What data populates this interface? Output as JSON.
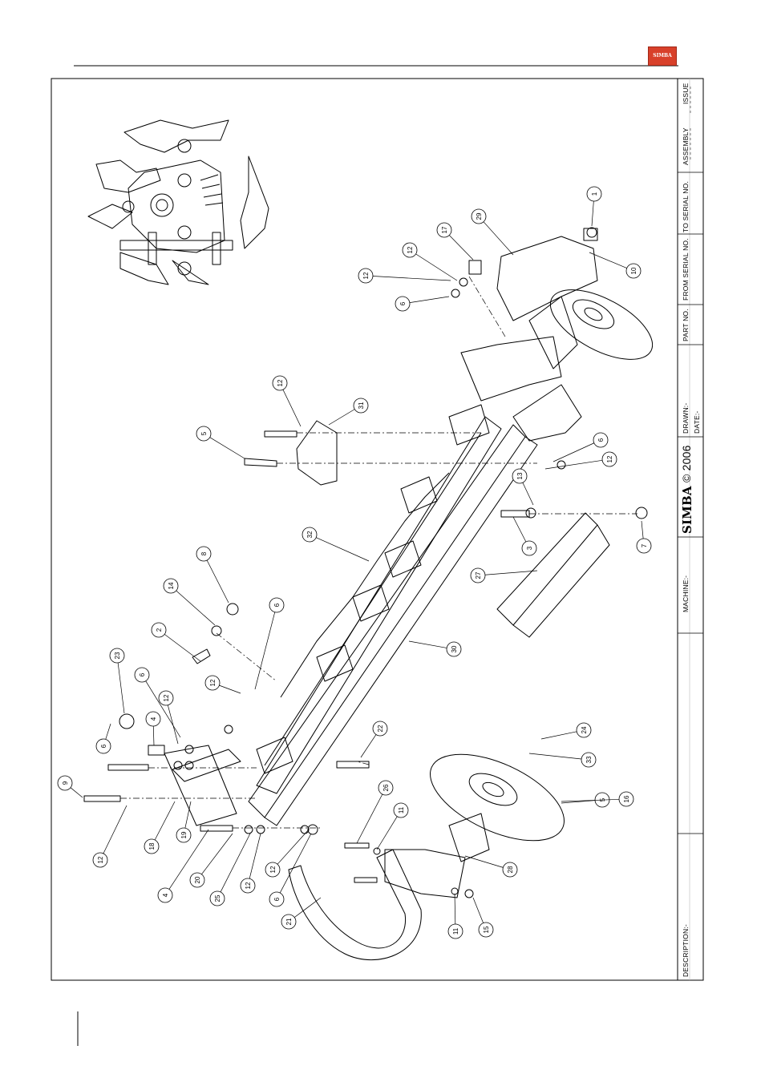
{
  "header": {
    "logo_text": "SIMBA"
  },
  "title_block": {
    "description_label": "DESCRIPTION:-",
    "machine_label": "MACHINE:-",
    "brand": "SIMBA",
    "copyright": "© 2006",
    "drawn_label": "DRAWN:-",
    "date_label": "DATE:-",
    "part_no_label": "PART NO.",
    "from_serial_label": "FROM SERIAL NO.",
    "to_serial_label": "TO SERIAL NO.",
    "assembly_label": "ASSEMBLY",
    "issue_label": "ISSUE"
  },
  "balloons": [
    "1",
    "10",
    "29",
    "17",
    "12",
    "12",
    "6",
    "12",
    "31",
    "5",
    "6",
    "12",
    "13",
    "3",
    "7",
    "27",
    "32",
    "8",
    "14",
    "6",
    "2",
    "30",
    "23",
    "6",
    "4",
    "12",
    "12",
    "6",
    "22",
    "24",
    "33",
    "9",
    "5",
    "12",
    "18",
    "19",
    "4",
    "20",
    "25",
    "12",
    "12",
    "6",
    "26",
    "11",
    "28",
    "16",
    "21",
    "11",
    "15"
  ]
}
